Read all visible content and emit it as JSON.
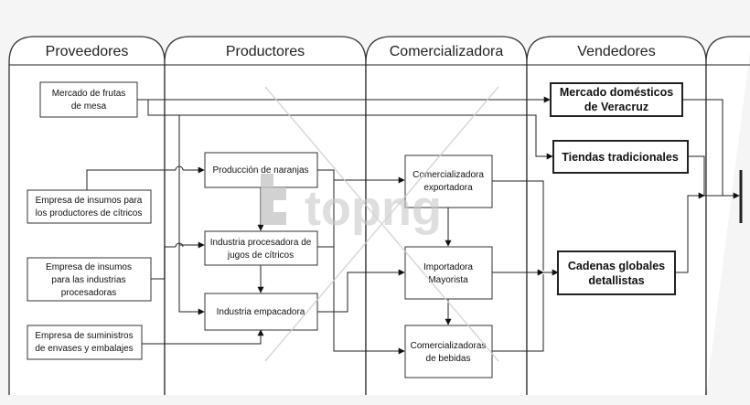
{
  "lanes": [
    "Proveedores",
    "Productores",
    "Comercializadora",
    "Vendedores"
  ],
  "boxes": {
    "mercado_frutas": [
      "Mercado de frutas",
      "de mesa"
    ],
    "insumos_productores": [
      "Empresa de insumos para",
      "los productores de cítricos"
    ],
    "insumos_industrias": [
      "Empresa de insumos",
      "para las industrias",
      "procesadoras"
    ],
    "suministros": [
      "Empresa de suministros",
      "de envases y embalajes"
    ],
    "produccion": [
      "Producción de naranjas"
    ],
    "industria_jugos": [
      "Industria procesadora de",
      "jugos de cítricos"
    ],
    "empacadora": [
      "Industria empacadora"
    ],
    "exportadora": [
      "Comercializadora",
      "exportadora"
    ],
    "importadora": [
      "Importadora",
      "Mayorista"
    ],
    "bebidas": [
      "Comercializadoras",
      "de bebidas"
    ],
    "mercado_domestico": [
      "Mercado domésticos",
      "de Veracruz"
    ],
    "tiendas": [
      "Tiendas tradicionales"
    ],
    "cadenas": [
      "Cadenas globales",
      "detallistas"
    ]
  },
  "watermark": "topng"
}
